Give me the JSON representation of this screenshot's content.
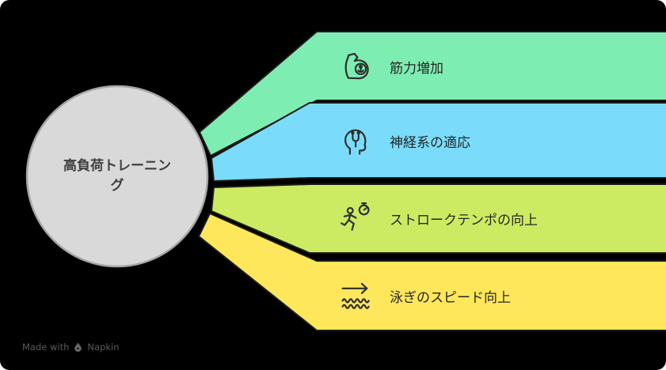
{
  "canvas": {
    "background": "#000000"
  },
  "hub": {
    "label": "高負荷トレーニング",
    "fill": "#d9d9d9",
    "stroke": "#a6a6a6"
  },
  "bands": [
    {
      "label": "筋力増加",
      "color": "#7EEDB2",
      "icon": "muscle-arm-icon"
    },
    {
      "label": "神経系の適応",
      "color": "#7ADCFA",
      "icon": "head-neural-icon"
    },
    {
      "label": "ストロークテンポの向上",
      "color": "#CDEB62",
      "icon": "runner-stopwatch-icon"
    },
    {
      "label": "泳ぎのスピード向上",
      "color": "#FFE75C",
      "icon": "swim-speed-icon"
    }
  ],
  "watermark": {
    "prefix": "Made with",
    "brand": "Napkin"
  }
}
